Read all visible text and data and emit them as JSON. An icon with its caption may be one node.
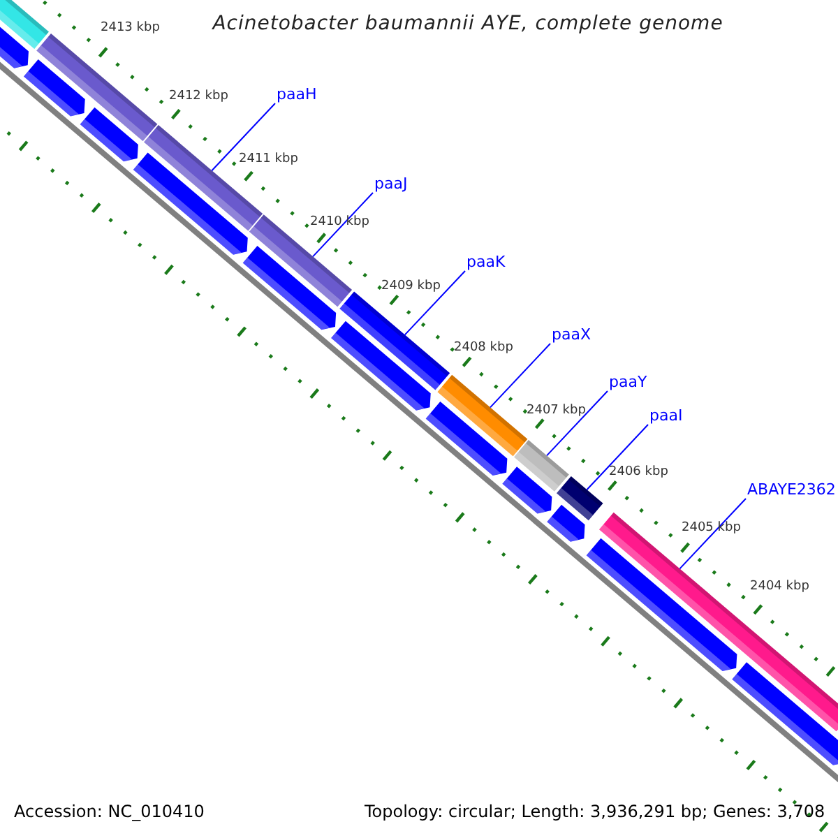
{
  "diagram": {
    "title": "Acinetobacter baumannii AYE, complete genome",
    "nodes": [
      {
        "text": [
          "paaH"
        ]
      },
      {
        "text": [
          "paaJ"
        ]
      },
      {
        "text": [
          "paaK"
        ]
      },
      {
        "text": [
          "paaX"
        ]
      },
      {
        "text": [
          "paaY"
        ]
      },
      {
        "text": [
          "paaI"
        ]
      },
      {
        "text": [
          "ABAYE2362"
        ]
      },
      {
        "text": [],
        "shape": "bar"
      },
      {
        "text": [],
        "shape": "bar"
      },
      {
        "text": [],
        "shape": "bar"
      },
      {
        "text": [],
        "shape": "bar"
      },
      {
        "text": [],
        "shape": "bar"
      },
      {
        "text": [],
        "shape": "bar"
      },
      {
        "text": [],
        "shape": "bar"
      },
      {
        "text": [],
        "shape": "bar"
      },
      {
        "text": [],
        "shape": "bar"
      },
      {
        "text": [],
        "shape": "pentagon"
      },
      {
        "text": [],
        "shape": "pentagon"
      },
      {
        "text": [],
        "shape": "pentagon"
      },
      {
        "text": [],
        "shape": "pentagon"
      },
      {
        "text": [],
        "shape": "pentagon"
      },
      {
        "text": [],
        "shape": "pentagon"
      },
      {
        "text": [],
        "shape": "pentagon"
      },
      {
        "text": [],
        "shape": "pentagon"
      },
      {
        "text": [],
        "shape": "pentagon"
      },
      {
        "text": [],
        "shape": "pentagon"
      },
      {
        "text": [],
        "shape": "pentagon"
      }
    ],
    "edges": [
      {
        "from": 0,
        "to": 9,
        "arrow": "none"
      },
      {
        "from": 1,
        "to": 10,
        "arrow": "none"
      },
      {
        "from": 2,
        "to": 11,
        "arrow": "none"
      },
      {
        "from": 3,
        "to": 12,
        "arrow": "none"
      },
      {
        "from": 4,
        "to": 13,
        "arrow": "none"
      },
      {
        "from": 5,
        "to": 14,
        "arrow": "none"
      },
      {
        "from": 6,
        "to": 15,
        "arrow": "none"
      }
    ],
    "labels": [
      "2413 kbp",
      "2412 kbp",
      "2411 kbp",
      "2410 kbp",
      "2409 kbp",
      "2408 kbp",
      "2407 kbp",
      "2406 kbp",
      "2405 kbp",
      "2404 kbp",
      "Accession: NC_010410",
      "Topology: circular; Length: 3,936,291 bp; Genes: 3,708"
    ]
  }
}
